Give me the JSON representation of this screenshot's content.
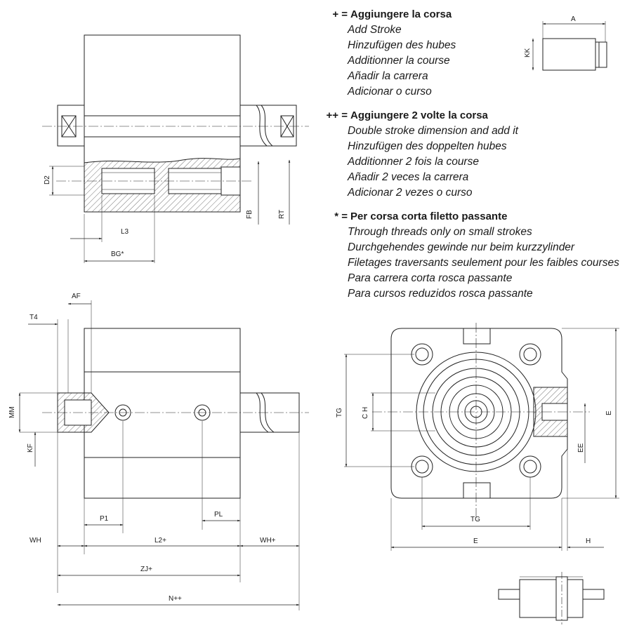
{
  "legend": [
    {
      "symbol": "+ =",
      "heading": "Aggiungere la corsa",
      "translations": [
        "Add Stroke",
        "Hinzufügen des hubes",
        "Additionner la course",
        "Añadir la carrera",
        "Adicionar o curso"
      ]
    },
    {
      "symbol": "++ =",
      "heading": "Aggiungere 2 volte la corsa",
      "translations": [
        "Double stroke dimension and add it",
        "Hinzufügen des doppelten hubes",
        "Additionner 2 fois la course",
        "Añadir 2 veces la carrera",
        "Adicionar 2 vezes o curso"
      ]
    },
    {
      "symbol": "* =",
      "heading": "Per corsa corta filetto passante",
      "translations": [
        "Through threads only on small strokes",
        "Durchgehendes gewinde nur beim kurzzylinder",
        "Filetages traversants seulement pour les faibles courses",
        "Para carrera corta rosca passante",
        "Para cursos reduzidos rosca passante"
      ]
    }
  ],
  "dimensions": {
    "top_view": {
      "D2": "D2",
      "L3": "L3",
      "BG": "BG*",
      "FB": "FB",
      "RT": "RT"
    },
    "rod_end": {
      "A": "A",
      "KK": "KK"
    },
    "side_view": {
      "AF": "AF",
      "T4": "T4",
      "MM": "MM",
      "KF": "KF",
      "P1": "P1",
      "PL": "PL",
      "WH": "WH",
      "L2": "L2+",
      "WHplus": "WH+",
      "ZJ": "ZJ+",
      "N": "N++"
    },
    "front_view": {
      "TG_vertical": "TG",
      "CH": "C H",
      "E_vertical": "E",
      "EE": "EE",
      "TG_horizontal": "TG",
      "E_horizontal": "E",
      "H": "H"
    }
  }
}
